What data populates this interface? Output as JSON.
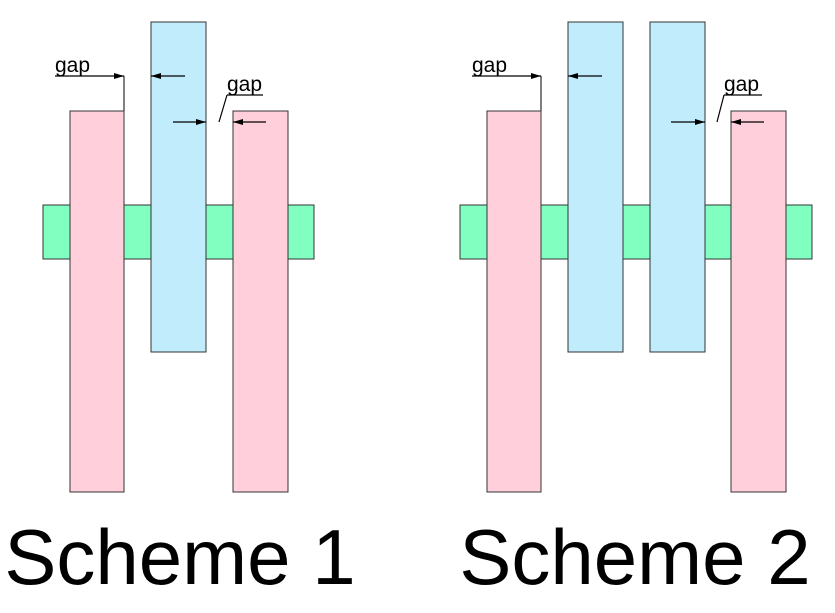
{
  "schemes": [
    {
      "title": "Scheme 1",
      "gap_label_1": "gap",
      "gap_label_2": "gap"
    },
    {
      "title": "Scheme 2",
      "gap_label_1": "gap",
      "gap_label_2": "gap"
    }
  ],
  "colors": {
    "pink": "#ffd0dc",
    "blue": "#c0ecfc",
    "green": "#80ffc0"
  }
}
